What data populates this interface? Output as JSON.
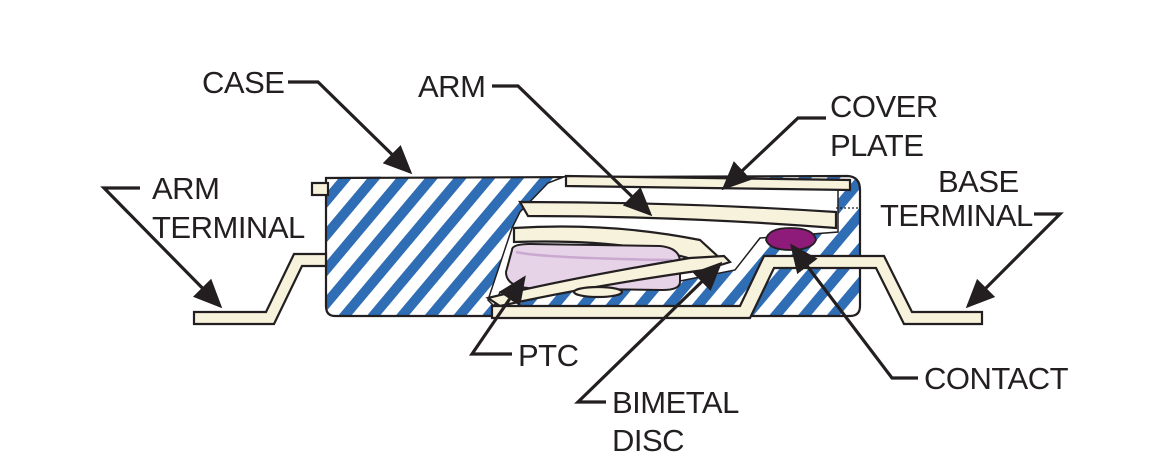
{
  "colors": {
    "stripe": "#2f6db5",
    "metal": "#f7f2dc",
    "ptc": "#e6d3e8",
    "ptc_edge": "#c9a9cf",
    "contact": "#8e1a7a",
    "ink": "#231f20"
  },
  "labels": {
    "case": "CASE",
    "arm": "ARM",
    "cover_plate": [
      "COVER",
      "PLATE"
    ],
    "arm_terminal": [
      "ARM",
      "TERMINAL"
    ],
    "base_terminal": [
      "BASE",
      "TERMINAL"
    ],
    "ptc": "PTC",
    "bimetal_disc": [
      "BIMETAL",
      "DISC"
    ],
    "contact": "CONTACT"
  }
}
